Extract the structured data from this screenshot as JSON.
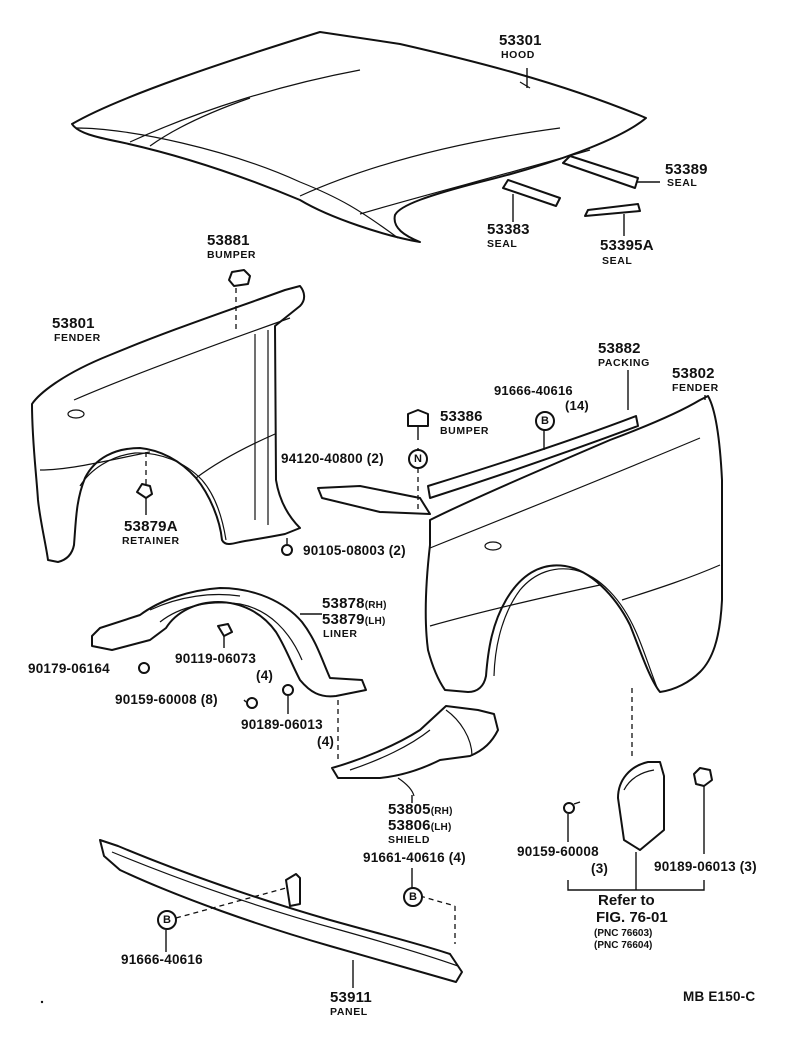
{
  "parts": {
    "hood": {
      "number": "53301",
      "name": "HOOD"
    },
    "seal_53389": {
      "number": "53389",
      "name": "SEAL"
    },
    "seal_53383": {
      "number": "53383",
      "name": "SEAL"
    },
    "seal_53395a": {
      "number": "53395A",
      "name": "SEAL"
    },
    "bumper_53881": {
      "number": "53881",
      "name": "BUMPER"
    },
    "fender_53801": {
      "number": "53801",
      "name": "FENDER"
    },
    "packing_53882": {
      "number": "53882",
      "name": "PACKING"
    },
    "fender_53802": {
      "number": "53802",
      "name": "FENDER"
    },
    "clip_91666_top": {
      "number": "91666-40616",
      "qty": "(14)"
    },
    "bumper_53386": {
      "number": "53386",
      "name": "BUMPER"
    },
    "nut_94120": {
      "number": "94120-40800 (2)"
    },
    "retainer_53879a": {
      "number": "53879A",
      "name": "RETAINER"
    },
    "screw_90105": {
      "number": "90105-08003 (2)"
    },
    "liner": {
      "number_rh": "53878",
      "suffix_rh": "(RH)",
      "number_lh": "53879",
      "suffix_lh": "(LH)",
      "name": "LINER"
    },
    "clip_90179": {
      "number": "90179-06164"
    },
    "clip_90119": {
      "number": "90119-06073",
      "qty": "(4)"
    },
    "screw_90159_left": {
      "number": "90159-60008 (8)"
    },
    "clip_90189_left": {
      "number": "90189-06013",
      "qty": "(4)"
    },
    "shield": {
      "number_rh": "53805",
      "suffix_rh": "(RH)",
      "number_lh": "53806",
      "suffix_lh": "(LH)",
      "name": "SHIELD"
    },
    "clip_91661": {
      "number": "91661-40616 (4)"
    },
    "screw_90159_right": {
      "number": "90159-60008",
      "qty": "(3)"
    },
    "clip_90189_right": {
      "number": "90189-06013 (3)"
    },
    "clip_91666_bottom": {
      "number": "91666-40616"
    },
    "panel_53911": {
      "number": "53911",
      "name": "PANEL"
    }
  },
  "badges": {
    "b": "B",
    "n": "N"
  },
  "reference": {
    "line1": "Refer to",
    "line2": "FIG. 76-01",
    "pnc1": "(PNC 76603)",
    "pnc2": "(PNC 76604)"
  },
  "figure_code": "MB  E150-C",
  "icons": [
    "clip-b-icon",
    "nut-n-icon",
    "screw-icon",
    "clip-icon"
  ]
}
